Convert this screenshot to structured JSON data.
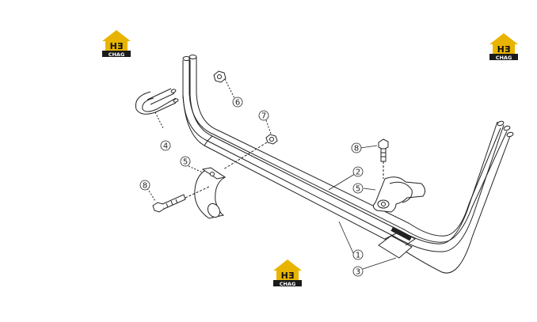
{
  "logo": {
    "mark": "HƎ",
    "text": "CHAG",
    "gold": "#e8b400",
    "dark": "#1a1a1a"
  },
  "callouts": [
    {
      "id": "6",
      "label": "6"
    },
    {
      "id": "7",
      "label": "7"
    },
    {
      "id": "4",
      "label": "4"
    },
    {
      "id": "5a",
      "label": "5"
    },
    {
      "id": "8a",
      "label": "8"
    },
    {
      "id": "8b",
      "label": "8"
    },
    {
      "id": "2",
      "label": "2"
    },
    {
      "id": "5b",
      "label": "5"
    },
    {
      "id": "1",
      "label": "1"
    },
    {
      "id": "3",
      "label": "3"
    }
  ]
}
